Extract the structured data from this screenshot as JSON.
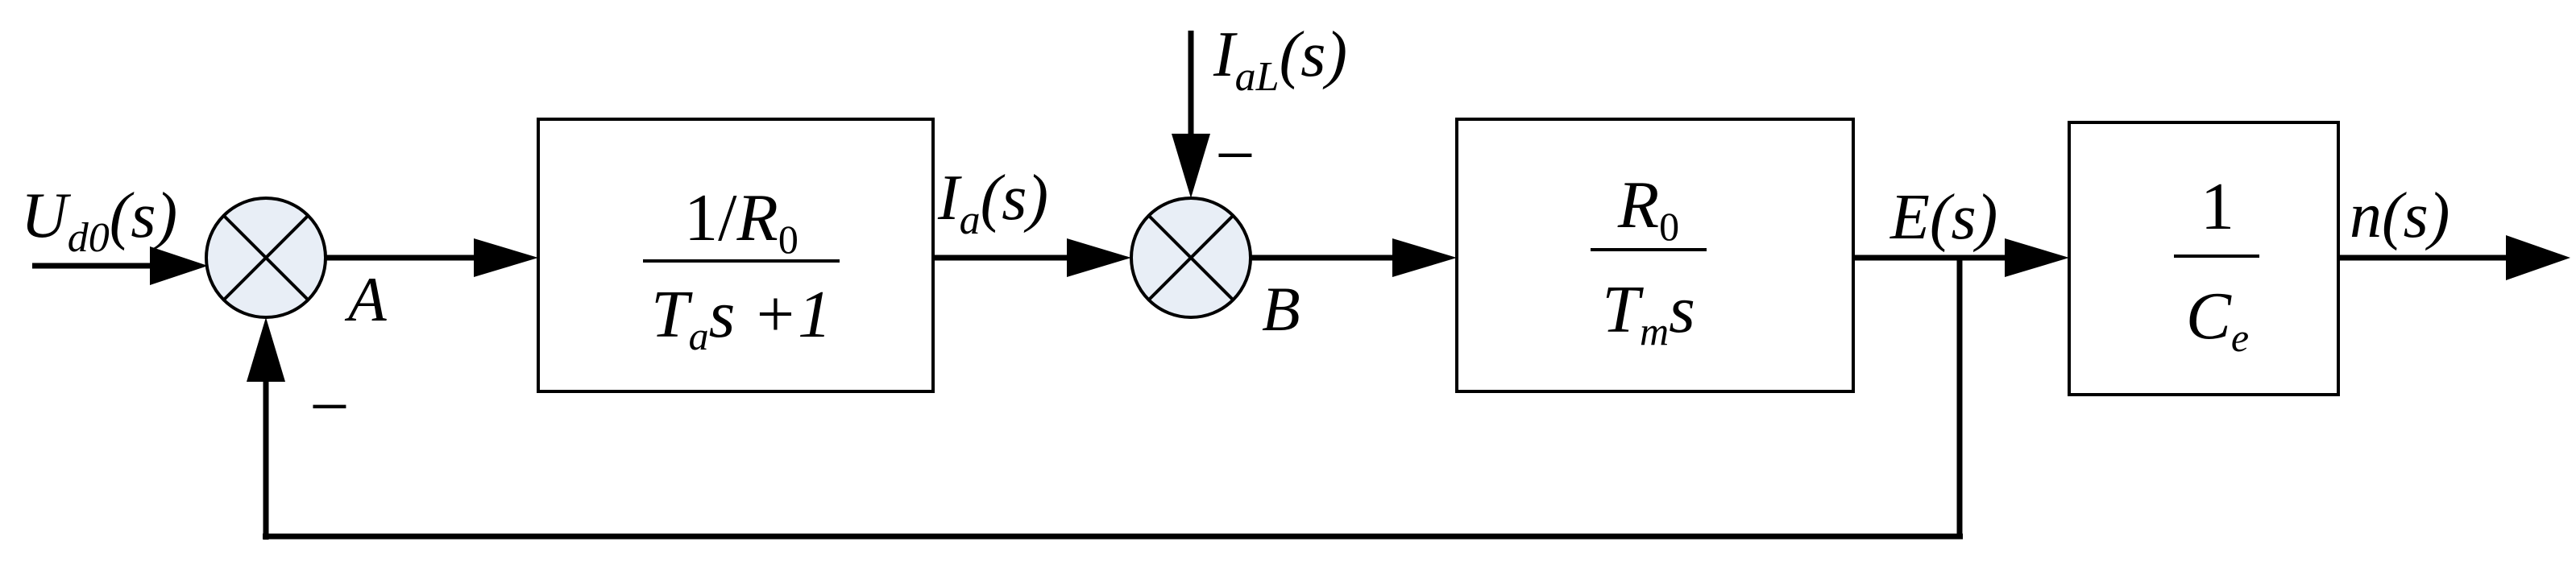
{
  "signals": {
    "input": {
      "U": "U",
      "sub": "d0",
      "arg": "(s)"
    },
    "disturbance": {
      "I": "I",
      "sub": "aL",
      "arg": "(s)"
    },
    "ia": {
      "I": "I",
      "sub": "a",
      "arg": "(s)"
    },
    "e": "E(s)",
    "n": "n(s)"
  },
  "nodes": {
    "a": "A",
    "b": "B"
  },
  "signs": {
    "feedback": "−",
    "disturbance": "−"
  },
  "blocks": {
    "armature": {
      "num_prefix": "1/",
      "num_R": "R",
      "num_sub": "0",
      "den_T": "T",
      "den_sub": "a",
      "den_rest": "s +1"
    },
    "mechanical": {
      "num_R": "R",
      "num_sub": "0",
      "den_T": "T",
      "den_sub": "m",
      "den_rest": "s"
    },
    "emf": {
      "num": "1",
      "den_C": "C",
      "den_sub": "e"
    }
  }
}
